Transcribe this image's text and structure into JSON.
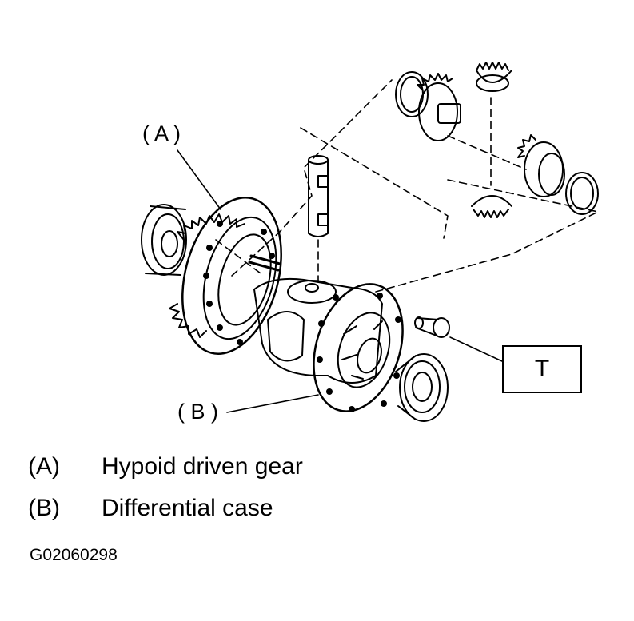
{
  "callouts": {
    "a": "( A )",
    "b": "( B )",
    "torque": "T"
  },
  "legend": [
    {
      "code": "(A)",
      "text": "Hypoid driven gear"
    },
    {
      "code": "(B)",
      "text": "Differential case"
    }
  ],
  "figure_id": "G02060298",
  "colors": {
    "ink": "#000000",
    "paper": "#ffffff"
  }
}
